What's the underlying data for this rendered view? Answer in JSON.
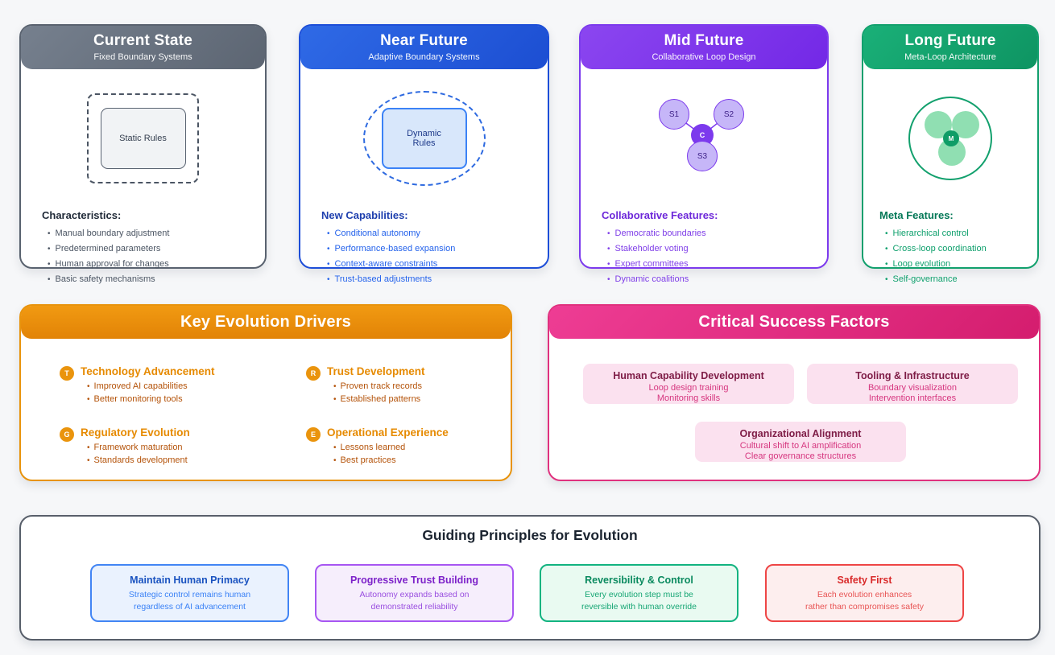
{
  "colors": {
    "current_accent": "#6b7280",
    "near_accent": "#2563eb",
    "mid_accent": "#7c3aed",
    "long_accent": "#10a56f",
    "drivers_accent": "#e8930c",
    "success_accent": "#e0317e",
    "background": "#f6f7f9"
  },
  "stages": [
    {
      "title": "Current State",
      "subtitle": "Fixed Boundary Systems",
      "box_label": "Static Rules",
      "list_heading": "Characteristics:",
      "items": [
        "Manual boundary adjustment",
        "Predetermined parameters",
        "Human approval for changes",
        "Basic safety mechanisms"
      ]
    },
    {
      "title": "Near Future",
      "subtitle": "Adaptive Boundary Systems",
      "box_label": "Dynamic Rules",
      "list_heading": "New Capabilities:",
      "items": [
        "Conditional autonomy",
        "Performance-based expansion",
        "Context-aware constraints",
        "Trust-based adjustments"
      ]
    },
    {
      "title": "Mid Future",
      "subtitle": "Collaborative Loop Design",
      "nodes": {
        "s1": "S1",
        "s2": "S2",
        "s3": "S3",
        "center": "C"
      },
      "list_heading": "Collaborative Features:",
      "items": [
        "Democratic boundaries",
        "Stakeholder voting",
        "Expert committees",
        "Dynamic coalitions"
      ]
    },
    {
      "title": "Long Future",
      "subtitle": "Meta-Loop Architecture",
      "center_label": "M",
      "list_heading": "Meta Features:",
      "items": [
        "Hierarchical control",
        "Cross-loop coordination",
        "Loop evolution",
        "Self-governance"
      ]
    }
  ],
  "drivers": {
    "title": "Key Evolution Drivers",
    "items": [
      {
        "badge": "T",
        "heading": "Technology Advancement",
        "points": [
          "Improved AI capabilities",
          "Better monitoring tools"
        ]
      },
      {
        "badge": "R",
        "heading": "Trust Development",
        "points": [
          "Proven track records",
          "Established patterns"
        ]
      },
      {
        "badge": "G",
        "heading": "Regulatory Evolution",
        "points": [
          "Framework maturation",
          "Standards development"
        ]
      },
      {
        "badge": "E",
        "heading": "Operational Experience",
        "points": [
          "Lessons learned",
          "Best practices"
        ]
      }
    ]
  },
  "success_factors": {
    "title": "Critical Success Factors",
    "boxes": [
      {
        "heading": "Human Capability Development",
        "lines": [
          "Loop design training",
          "Monitoring skills"
        ]
      },
      {
        "heading": "Tooling & Infrastructure",
        "lines": [
          "Boundary visualization",
          "Intervention interfaces"
        ]
      },
      {
        "heading": "Organizational Alignment",
        "lines": [
          "Cultural shift to AI amplification",
          "Clear governance structures"
        ]
      }
    ]
  },
  "principles": {
    "title": "Guiding Principles for Evolution",
    "boxes": [
      {
        "heading": "Maintain Human Primacy",
        "lines": [
          "Strategic control remains human",
          "regardless of AI advancement"
        ]
      },
      {
        "heading": "Progressive Trust Building",
        "lines": [
          "Autonomy expands based on",
          "demonstrated reliability"
        ]
      },
      {
        "heading": "Reversibility & Control",
        "lines": [
          "Every evolution step must be",
          "reversible with human override"
        ]
      },
      {
        "heading": "Safety First",
        "lines": [
          "Each evolution enhances",
          "rather than compromises safety"
        ]
      }
    ]
  }
}
